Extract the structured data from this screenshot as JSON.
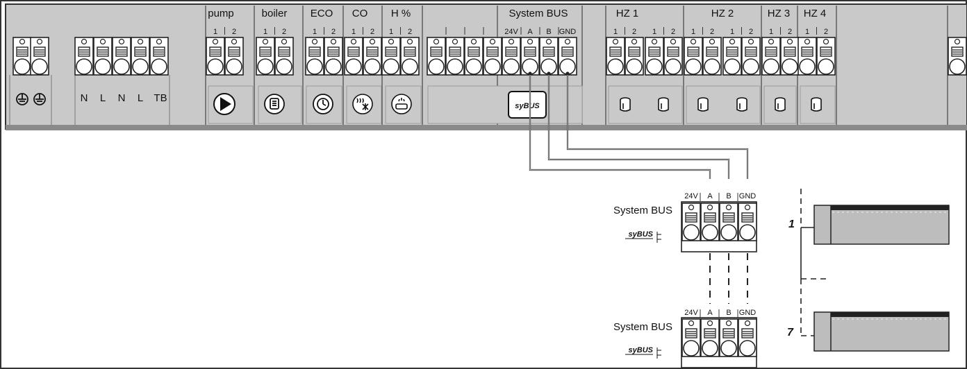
{
  "header_labels": {
    "pump": "pump",
    "boiler": "boiler",
    "eco": "ECO",
    "co": "CO",
    "h_percent": "H %",
    "system_bus": "System BUS",
    "hz1": "HZ 1",
    "hz2": "HZ 2",
    "hz3": "HZ 3",
    "hz4": "HZ 4"
  },
  "pin_labels": {
    "one": "1",
    "two": "2",
    "bus_24v": "24V",
    "bus_a": "A",
    "bus_b": "B",
    "bus_gnd": "GND"
  },
  "power_labels": [
    "N",
    "L",
    "N",
    "L",
    "TB"
  ],
  "sybus_logo": "syBUS",
  "modules": [
    {
      "label": "System BUS",
      "logo": "syBUS",
      "pins": [
        "24V",
        "A",
        "B",
        "GND"
      ]
    },
    {
      "label": "System BUS",
      "logo": "syBUS",
      "pins": [
        "24V",
        "A",
        "B",
        "GND"
      ]
    }
  ],
  "device_numbers": [
    "1",
    "7"
  ],
  "colors": {
    "panel": "#c9c9c9",
    "panel_border": "#333333",
    "terminal": "#ffffff",
    "wire": "#222222",
    "device_body": "#bdbdbd",
    "device_top": "#222222"
  }
}
